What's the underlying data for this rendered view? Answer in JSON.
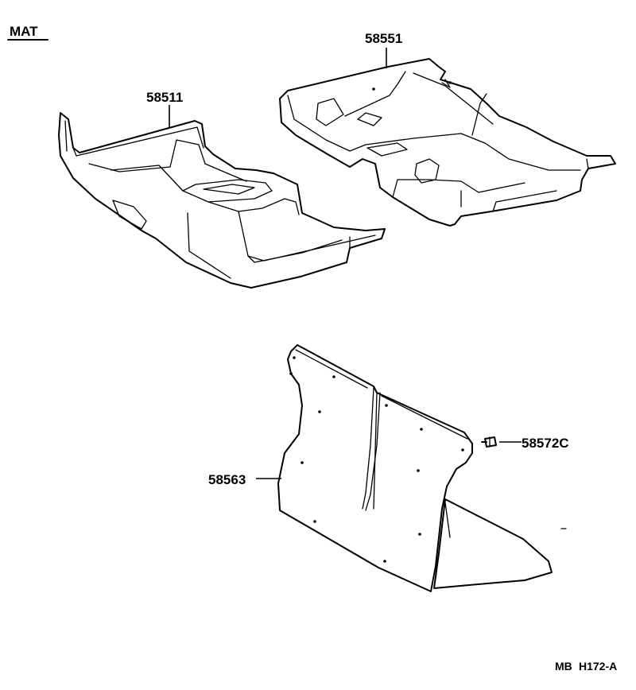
{
  "title": "MAT",
  "parts": {
    "rear_mat": "58551",
    "front_mat": "58511",
    "panel": "58563",
    "clip": "58572C"
  },
  "footer": {
    "code_left": "MB",
    "code_right": "H172-A"
  }
}
